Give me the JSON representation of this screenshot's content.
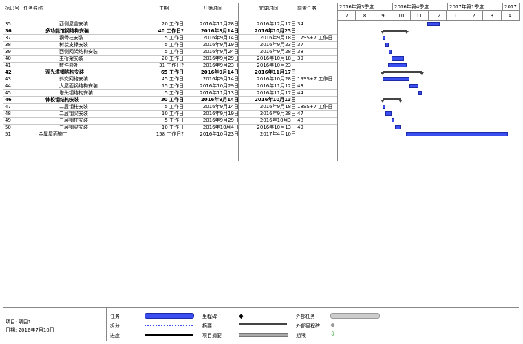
{
  "headers": {
    "id": "标识号",
    "name": "任务名称",
    "duration": "工期",
    "start": "开始时间",
    "finish": "完成时间",
    "predecessors": "前置任务"
  },
  "timeline": {
    "quarters": [
      "2016年第3季度",
      "2016年第4季度",
      "2017年第1季度",
      "2017"
    ],
    "months": [
      "7",
      "8",
      "9",
      "10",
      "11",
      "12",
      "1",
      "2",
      "3",
      "4"
    ]
  },
  "rows": [
    {
      "id": "35",
      "name": "西侧屋盖安装",
      "duration": "20 工作日",
      "start": "2016年11月28日",
      "finish": "2016年12月17日",
      "pred": "34",
      "bold": false
    },
    {
      "id": "36",
      "name": "多功能馆钢结构安装",
      "duration": "40 工作日?",
      "start": "2016年9月14日",
      "finish": "2016年10月23日",
      "pred": "",
      "bold": true
    },
    {
      "id": "37",
      "name": "钢骨柱安装",
      "duration": "5 工作日",
      "start": "2016年9月14日",
      "finish": "2016年9月18日",
      "pred": "17SS+7 工作日",
      "bold": false
    },
    {
      "id": "38",
      "name": "树状支撑安装",
      "duration": "5 工作日",
      "start": "2016年9月19日",
      "finish": "2016年9月23日",
      "pred": "37",
      "bold": false
    },
    {
      "id": "39",
      "name": "西侧网架结构安装",
      "duration": "5 工作日",
      "start": "2016年9月24日",
      "finish": "2016年9月28日",
      "pred": "38",
      "bold": false
    },
    {
      "id": "40",
      "name": "主桁架安装",
      "duration": "20 工作日",
      "start": "2016年9月29日",
      "finish": "2016年10月18日",
      "pred": "39",
      "bold": false
    },
    {
      "id": "41",
      "name": "散件嵌补",
      "duration": "31 工作日?",
      "start": "2016年9月23日",
      "finish": "2016年10月23日",
      "pred": "",
      "bold": false
    },
    {
      "id": "42",
      "name": "观光塔钢结构安装",
      "duration": "65 工作日",
      "start": "2016年9月14日",
      "finish": "2016年11月17日",
      "pred": "",
      "bold": true
    },
    {
      "id": "43",
      "name": "斜交网格安装",
      "duration": "45 工作日",
      "start": "2016年9月14日",
      "finish": "2016年10月28日",
      "pred": "19SS+7 工作日",
      "bold": false
    },
    {
      "id": "44",
      "name": "大屋面钢结构安装",
      "duration": "15 工作日",
      "start": "2016年10月29日",
      "finish": "2016年11月12日",
      "pred": "43",
      "bold": false
    },
    {
      "id": "45",
      "name": "塔头钢结构安装",
      "duration": "5 工作日",
      "start": "2016年11月13日",
      "finish": "2016年11月17日",
      "pred": "44",
      "bold": false
    },
    {
      "id": "46",
      "name": "体校钢结构安装",
      "duration": "30 工作日",
      "start": "2016年9月14日",
      "finish": "2016年10月13日",
      "pred": "",
      "bold": true
    },
    {
      "id": "47",
      "name": "二层钢柱安装",
      "duration": "5 工作日",
      "start": "2016年9月14日",
      "finish": "2016年9月18日",
      "pred": "18SS+7 工作日",
      "bold": false
    },
    {
      "id": "48",
      "name": "二层钢梁安装",
      "duration": "10 工作日",
      "start": "2016年9月19日",
      "finish": "2016年9月28日",
      "pred": "47",
      "bold": false
    },
    {
      "id": "49",
      "name": "三层钢柱安装",
      "duration": "5 工作日",
      "start": "2016年9月29日",
      "finish": "2016年10月3日",
      "pred": "48",
      "bold": false
    },
    {
      "id": "50",
      "name": "三层钢梁安装",
      "duration": "10 工作日",
      "start": "2016年10月4日",
      "finish": "2016年10月13日",
      "pred": "49",
      "bold": false
    },
    {
      "id": "51",
      "name": "金属屋面施工",
      "duration": "158 工作日?",
      "start": "2016年10月23日",
      "finish": "2017年4月10日",
      "pred": "",
      "bold": false
    }
  ],
  "legend": {
    "project_label": "项目: 项目1",
    "date_label": "日期: 2016年7月10日",
    "task": "任务",
    "split": "拆分",
    "progress": "进度",
    "milestone": "里程碑",
    "summary": "摘要",
    "project_summary": "项目摘要",
    "external_tasks": "外部任务",
    "external_milestone": "外部里程碑",
    "deadline": "期限"
  },
  "colors": {
    "task_bar": "#3b4ef0",
    "summary_bar": "#444444",
    "deadline": "#2aa02a"
  }
}
